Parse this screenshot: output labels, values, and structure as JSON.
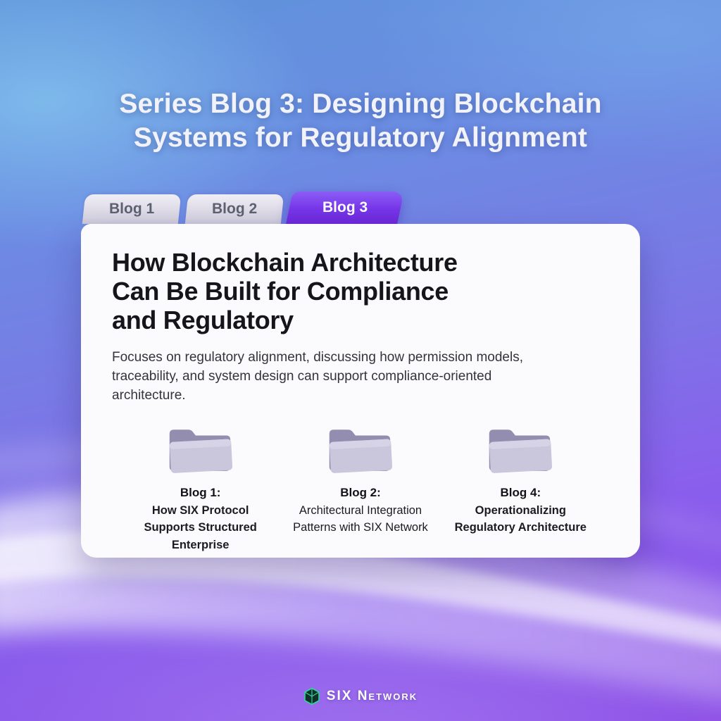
{
  "header": {
    "title_lines": [
      "Series Blog 3: Designing Blockchain",
      "Systems for Regulatory Alignment"
    ]
  },
  "tabs": [
    {
      "label": "Blog 1",
      "active": false
    },
    {
      "label": "Blog 2",
      "active": false
    },
    {
      "label": "Blog 3",
      "active": true
    }
  ],
  "card": {
    "heading_lines": [
      "How Blockchain Architecture",
      "Can Be Built for Compliance",
      "and Regulatory"
    ],
    "description_lines": [
      "Focuses on regulatory alignment, discussing how permission models,",
      "traceability, and system design can support compliance-oriented",
      "architecture."
    ],
    "folders": [
      {
        "label": "Blog 1:",
        "title": "How SIX Protocol Supports Structured Enterprise"
      },
      {
        "label": "Blog 2:",
        "title": "Architectural Integration Patterns with SIX Network"
      },
      {
        "label": "Blog 4:",
        "title": "Operationalizing Regulatory Architecture"
      }
    ]
  },
  "footer": {
    "brand": "SIX Network"
  },
  "colors": {
    "active_tab_purple": "#7636e8",
    "inactive_tab_gray": "#d6d3e1",
    "card_background": "#fbfafc",
    "folder_lavender": "#c3bfd6",
    "brand_green": "#34d399",
    "background_top_blue": "#5f93da",
    "background_bottom_purple": "#8c4ee6"
  }
}
